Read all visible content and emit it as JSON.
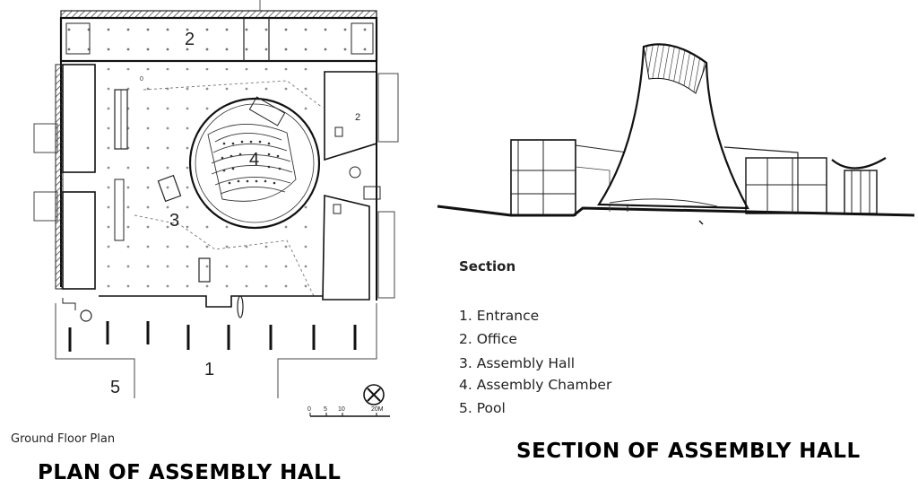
{
  "plan": {
    "room_labels": [
      "2",
      "0",
      "2",
      "4",
      "3",
      "1",
      "5"
    ],
    "scale": {
      "ticks": [
        "0",
        "5",
        "10",
        "20M"
      ]
    },
    "subtitle": "Ground Floor Plan",
    "caption": "PLAN OF ASSEMBLY HALL"
  },
  "section": {
    "heading": "Section",
    "legend": [
      "1. Entrance",
      "2. Office",
      "3. Assembly Hall",
      "4. Assembly Chamber",
      "5. Pool"
    ],
    "caption": "SECTION OF ASSEMBLY HALL"
  }
}
